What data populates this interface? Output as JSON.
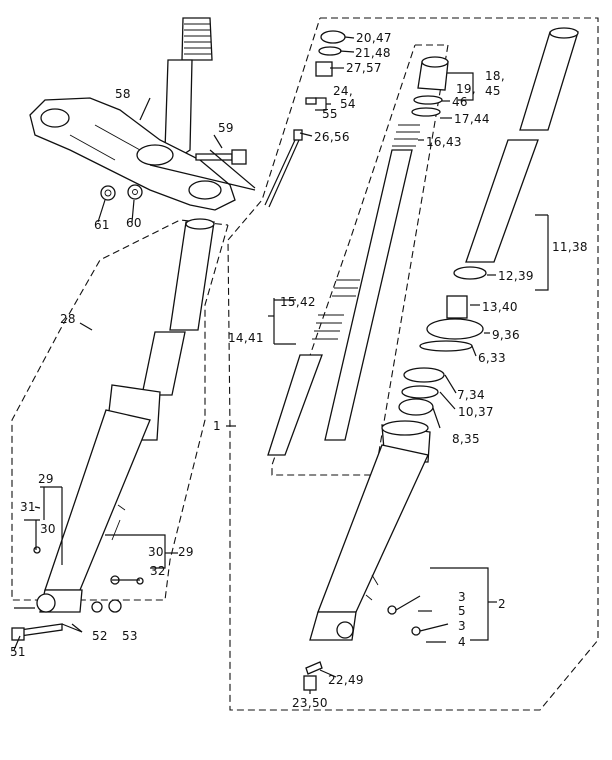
{
  "callouts": {
    "c58": "58",
    "c59": "59",
    "c61": "61",
    "c60": "60",
    "c28": "28",
    "c29a": "29",
    "c31": "31",
    "c30a": "30",
    "c30b": "30",
    "c29b": "29",
    "c32": "32",
    "c52": "52",
    "c53": "53",
    "c51": "51",
    "c20_47": "20,47",
    "c21_48": "21,48",
    "c27_57": "27,57",
    "c24_54_top": "24,",
    "c24_54_bot": "54",
    "c55": "55",
    "c26_56": "26,56",
    "c18_45_top": "18,",
    "c18_45_bot": "45",
    "c19_46_top": "19,",
    "c19_46_bot": "46",
    "c17_44": "17,44",
    "c16_43": "16,43",
    "c15_42": "15,42",
    "c14_41": "14,41",
    "c1": "1",
    "c11_38": "11,38",
    "c12_39": "12,39",
    "c13_40": "13,40",
    "c9_36": "9,36",
    "c6_33": "6,33",
    "c7_34": "7,34",
    "c10_37": "10,37",
    "c8_35": "8,35",
    "c2": "2",
    "c3a": "3",
    "c5": "5",
    "c3b": "3",
    "c4": "4",
    "c22_49": "22,49",
    "c23_50": "23,50"
  }
}
